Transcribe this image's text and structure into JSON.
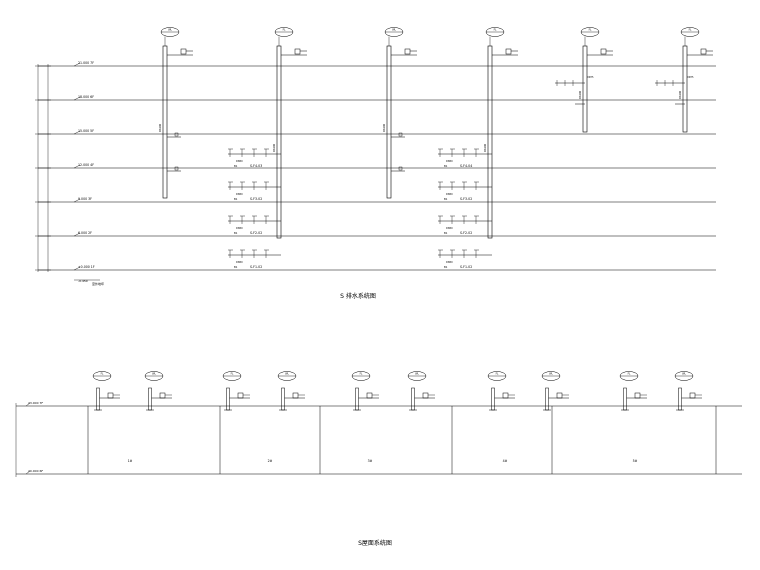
{
  "diagrams": [
    {
      "title": "S 排水系统图",
      "floors": [
        {
          "elev": "21.000",
          "name": "7F"
        },
        {
          "elev": "18.000",
          "name": "6F"
        },
        {
          "elev": "15.000",
          "name": "5F"
        },
        {
          "elev": "12.000",
          "name": "4F"
        },
        {
          "elev": "9.000",
          "name": "3F"
        },
        {
          "elev": "6.000",
          "name": "2F"
        },
        {
          "elev": "±0.000",
          "name": "1F"
        }
      ],
      "bottom_elev": "-0.450",
      "bottom_tag": "室外地坪",
      "pipe_tags": [
        "WL",
        "FL",
        "WL",
        "FL",
        "FL",
        "FL"
      ],
      "room_labels": [
        "S-F4-03",
        "S-F3-02",
        "S-F2-02",
        "S-F1-02",
        "S-F4-04",
        "S-F3-02",
        "S-F2-02",
        "S-F1-02"
      ]
    },
    {
      "title": "S屋面系统图",
      "floors": [
        {
          "elev": "23.000",
          "name": "7F"
        },
        {
          "elev": "20.000",
          "name": "6F"
        }
      ],
      "pipe_tags": [
        "FL",
        "WL",
        "FL",
        "WL",
        "FL",
        "WL",
        "FL",
        "WL",
        "FL",
        "WL"
      ],
      "bay_labels": [
        "1#",
        "2#",
        "3#",
        "4#",
        "5#"
      ]
    }
  ]
}
